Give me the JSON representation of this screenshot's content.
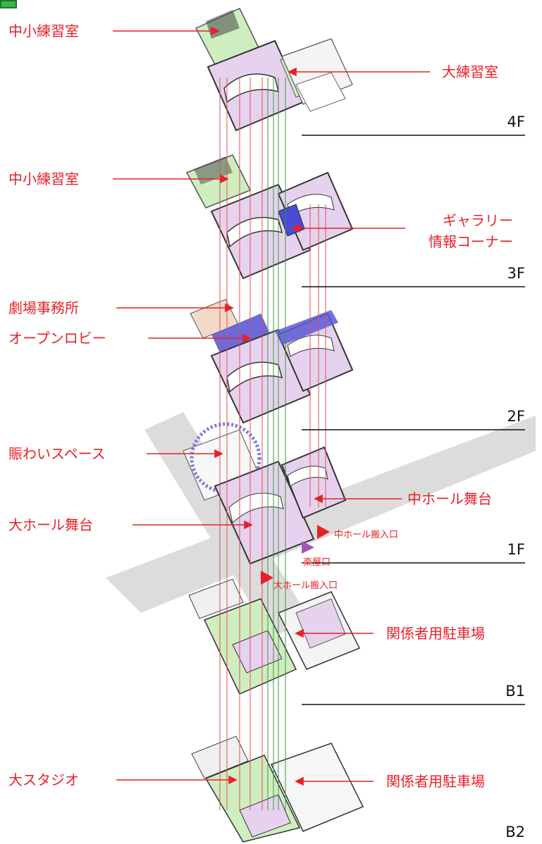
{
  "colors": {
    "label": "#e8202a",
    "practice_green": "#cfeec0",
    "hall_pink": "#e6d2ee",
    "lobby_blue": "#5a5ad8",
    "office_peach": "#f3d9c8",
    "gray_band": "#d9d9d9"
  },
  "floors": {
    "f4": "4F",
    "f3": "3F",
    "f2": "2F",
    "f1": "1F",
    "b1": "B1",
    "b2": "B2"
  },
  "labels": {
    "small_practice_4f": "中小練習室",
    "large_practice": "大練習室",
    "small_practice_3f": "中小練習室",
    "gallery_line1": "ギャラリー",
    "gallery_line2": "情報コーナー",
    "theater_office": "劇場事務所",
    "open_lobby": "オープンロビー",
    "lively_space": "賑わいスペース",
    "medium_hall_stage": "中ホール舞台",
    "large_hall_stage": "大ホール舞台",
    "staff_parking_b1": "関係者用駐車場",
    "large_studio": "大スタジオ",
    "staff_parking_b2": "関係者用駐車場"
  },
  "entrances": {
    "medium_hall_loading": "中ホール搬入口",
    "dressing_room": "楽屋口",
    "large_hall_loading": "大ホール搬入口"
  }
}
